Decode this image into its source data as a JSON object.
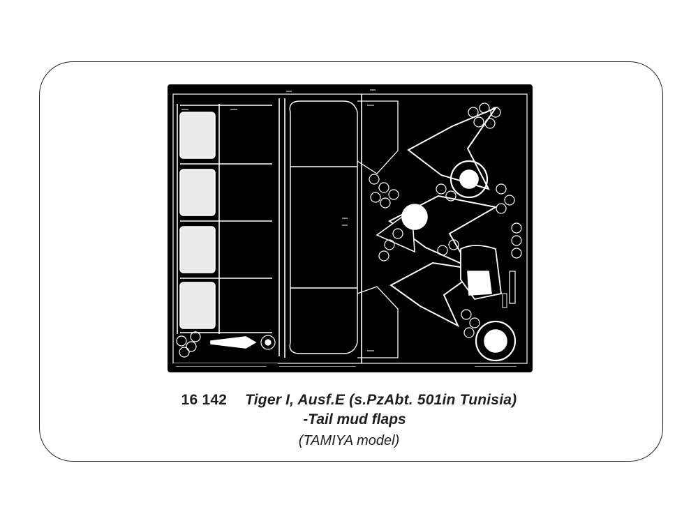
{
  "product": {
    "code": "16 142",
    "title": "Tiger I, Ausf.E (s.PzAbt. 501in Tunisia)",
    "subtitle": "-Tail mud flaps",
    "model_note": "(TAMIYA model)"
  },
  "colors": {
    "fret_background": "#000000",
    "etched_lines": "#ffffff",
    "card_border": "#222222"
  },
  "icons": {
    "fret": "photo-etched-fret-image"
  }
}
